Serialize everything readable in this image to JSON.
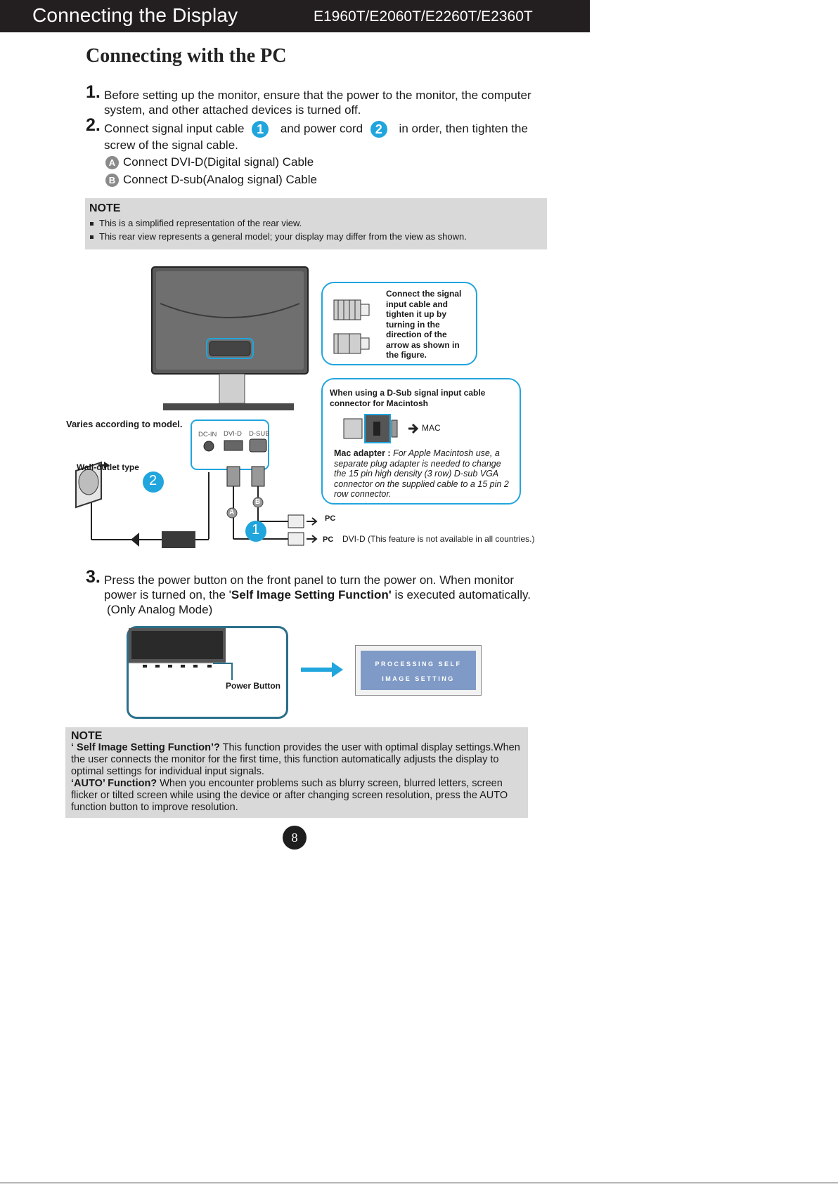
{
  "header": {
    "title": "Connecting the Display",
    "models": "E1960T/E2060T/E2260T/E2360T"
  },
  "section_title": "Connecting with the PC",
  "steps": [
    {
      "num": "1.",
      "text": "Before setting up the monitor, ensure that the power to the monitor, the computer system, and other attached devices is turned off."
    },
    {
      "num": "2.",
      "text_a": "Connect signal input cable",
      "badge1": "1",
      "text_b": "and power cord",
      "badge2": "2",
      "text_c": "in order, then tighten the screw of the signal cable."
    },
    {
      "num": "3.",
      "text_a": "Press the power button on the front panel to turn the power on. When monitor power is turned on, the '",
      "text_bold": "Self Image Setting Function'",
      "text_b": " is executed automatically.",
      "text_c": "(Only Analog Mode)"
    }
  ],
  "substeps": [
    {
      "mark": "A",
      "text": "Connect DVI-D(Digital signal) Cable"
    },
    {
      "mark": "B",
      "text": "Connect D-sub(Analog signal) Cable"
    }
  ],
  "note1": {
    "heading": "NOTE",
    "items": [
      "This is a simplified representation of the rear view.",
      "This rear view represents a general model; your display may differ from the view as shown."
    ]
  },
  "diagram": {
    "callout_tighten": "Connect the signal input cable and tighten it up by turning in the direction of the arrow as shown in the figure.",
    "callout_mac_title": "When using a D-Sub signal input cable connector for Macintosh",
    "mac_label": "MAC",
    "mac_adapter_label": "Mac adapter :",
    "mac_adapter_text": "For Apple Macintosh use, a separate plug adapter is needed to change the 15 pin high density (3 row) D-sub VGA connector on the supplied cable to a 15 pin 2 row connector.",
    "varies_label": "Varies according to model.",
    "wall_outlet_label": "Wall-outlet type",
    "port_dc_in": "DC-IN",
    "port_dvi_d": "DVI-D",
    "port_d_sub": "D-SUB",
    "pc_label_1": "PC",
    "pc_label_2": "PC",
    "dvi_note": "DVI-D (This feature is not available in all countries.)",
    "badge1": "1",
    "badge2": "2",
    "mark_a": "A",
    "mark_b": "B"
  },
  "power_figure": {
    "power_button_label": "Power Button",
    "osd_line1": "PROCESSING SELF",
    "osd_line2": "IMAGE SETTING"
  },
  "note2": {
    "heading": "NOTE",
    "p1_bold": "‘ Self Image Setting Function’?",
    "p1_text": " This function provides the user with optimal display settings.When the user connects the monitor for the first time, this function automatically adjusts the display to optimal settings for individual input signals.",
    "p2_bold": "‘AUTO’ Function?",
    "p2_text": " When you encounter problems such as blurry screen, blurred letters, screen flicker or tilted screen while using the device or after changing screen resolution, press the AUTO function button to improve resolution."
  },
  "page_number": "8",
  "colors": {
    "accent": "#21a5dd",
    "header_bg": "#231f20",
    "note_bg": "#d9d9d9"
  }
}
